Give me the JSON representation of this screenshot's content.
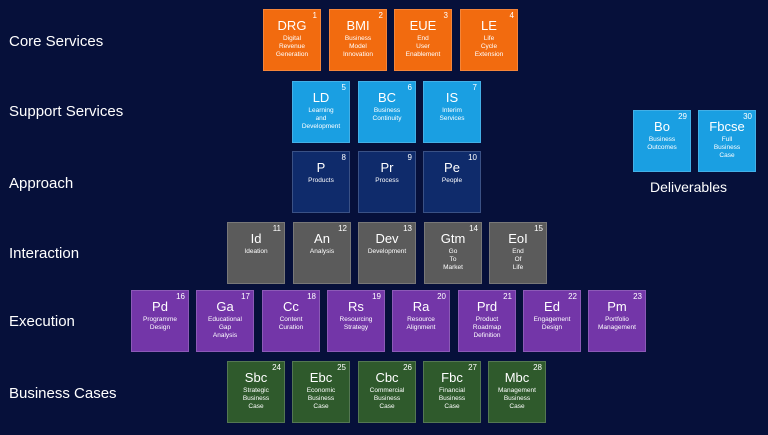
{
  "rows": [
    {
      "label": "Core Services",
      "color": "#f26b0f"
    },
    {
      "label": "Support Services",
      "color": "#1a9fe2"
    },
    {
      "label": "Approach",
      "color": "#0f2b6b"
    },
    {
      "label": "Interaction",
      "color": "#5b5b5b"
    },
    {
      "label": "Execution",
      "color": "#7336a8"
    },
    {
      "label": "Business Cases",
      "color": "#2f5a2c"
    }
  ],
  "tiles": [
    {
      "n": "1",
      "sym": "DRG",
      "desc": "Digital\nRevenue\nGeneration",
      "row": 0
    },
    {
      "n": "2",
      "sym": "BMI",
      "desc": "Business\nModel\nInnovation",
      "row": 0
    },
    {
      "n": "3",
      "sym": "EUE",
      "desc": "End\nUser\nEnablement",
      "row": 0
    },
    {
      "n": "4",
      "sym": "LE",
      "desc": "Life\nCycle\nExtension",
      "row": 0
    },
    {
      "n": "5",
      "sym": "LD",
      "desc": "Learning\nand\nDevelopment",
      "row": 1
    },
    {
      "n": "6",
      "sym": "BC",
      "desc": "Business\nContinuity",
      "row": 1
    },
    {
      "n": "7",
      "sym": "IS",
      "desc": "Interim\nServices",
      "row": 1
    },
    {
      "n": "8",
      "sym": "P",
      "desc": "Products",
      "row": 2
    },
    {
      "n": "9",
      "sym": "Pr",
      "desc": "Process",
      "row": 2
    },
    {
      "n": "10",
      "sym": "Pe",
      "desc": "People",
      "row": 2
    },
    {
      "n": "11",
      "sym": "Id",
      "desc": "Ideation",
      "row": 3
    },
    {
      "n": "12",
      "sym": "An",
      "desc": "Analysis",
      "row": 3
    },
    {
      "n": "13",
      "sym": "Dev",
      "desc": "Development",
      "row": 3
    },
    {
      "n": "14",
      "sym": "Gtm",
      "desc": "Go\nTo\nMarket",
      "row": 3
    },
    {
      "n": "15",
      "sym": "EoI",
      "desc": "End\nOf\nLife",
      "row": 3
    },
    {
      "n": "16",
      "sym": "Pd",
      "desc": "Programme\nDesign",
      "row": 4
    },
    {
      "n": "17",
      "sym": "Ga",
      "desc": "Educational\nGap\nAnalysis",
      "row": 4
    },
    {
      "n": "18",
      "sym": "Cc",
      "desc": "Content\nCuration",
      "row": 4
    },
    {
      "n": "19",
      "sym": "Rs",
      "desc": "Resourcing\nStrategy",
      "row": 4
    },
    {
      "n": "20",
      "sym": "Ra",
      "desc": "Resource\nAlignment",
      "row": 4
    },
    {
      "n": "21",
      "sym": "Prd",
      "desc": "Product\nRoadmap\nDefinition",
      "row": 4
    },
    {
      "n": "22",
      "sym": "Ed",
      "desc": "Engagement\nDesign",
      "row": 4
    },
    {
      "n": "23",
      "sym": "Pm",
      "desc": "Portfolio\nManagement",
      "row": 4
    },
    {
      "n": "24",
      "sym": "Sbc",
      "desc": "Strategic\nBusiness\nCase",
      "row": 5
    },
    {
      "n": "25",
      "sym": "Ebc",
      "desc": "Economic\nBusiness\nCase",
      "row": 5
    },
    {
      "n": "26",
      "sym": "Cbc",
      "desc": "Commercial\nBusiness\nCase",
      "row": 5
    },
    {
      "n": "27",
      "sym": "Fbc",
      "desc": "Financial\nBusiness\nCase",
      "row": 5
    },
    {
      "n": "28",
      "sym": "Mbc",
      "desc": "Management\nBusiness\nCase",
      "row": 5
    }
  ],
  "deliverables": {
    "label": "Deliverables",
    "color": "#1a9fe2",
    "tiles": [
      {
        "n": "29",
        "sym": "Bo",
        "desc": "Business\nOutcomes"
      },
      {
        "n": "30",
        "sym": "Fbcse",
        "desc": "Full\nBusiness\nCase"
      }
    ]
  }
}
